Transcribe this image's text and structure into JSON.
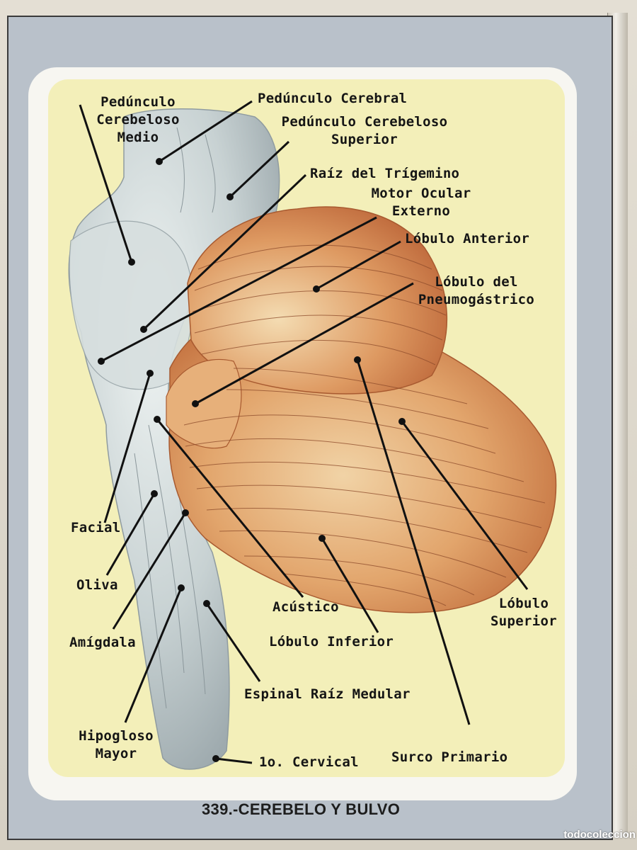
{
  "labels": {
    "pedunculo_cerebeloso_medio": "Pedúnculo\nCerebeloso\nMedio",
    "pedunculo_cerebral": "Pedúnculo Cerebral",
    "pedunculo_cerebeloso_superior": "Pedúnculo Cerebeloso\nSuperior",
    "raiz_trigemino": "Raíz del Trígemino",
    "motor_ocular_externo": "Motor Ocular\nExterno",
    "lobulo_anterior": "Lóbulo Anterior",
    "lobulo_pneumogastrico": "Lóbulo del\nPneumogástrico",
    "facial": "Facial",
    "oliva": "Oliva",
    "amigdala": "Amígdala",
    "hipogloso_mayor": "Hipogloso\nMayor",
    "acustico": "Acústico",
    "lobulo_inferior": "Lóbulo Inferior",
    "espinal_raiz_medular": "Espinal Raíz Medular",
    "primer_cervical": "1o. Cervical",
    "surco_primario": "Surco Primario",
    "lobulo_superior": "Lóbulo\nSuperior"
  },
  "caption": "339.-CEREBELO Y BULVO",
  "watermark": "todocoleccion",
  "colors": {
    "card_background": "#f3efb9",
    "brainstem": "#c9d3d4",
    "cerebellum": "#d9955e",
    "leader_lines": "#111111"
  }
}
